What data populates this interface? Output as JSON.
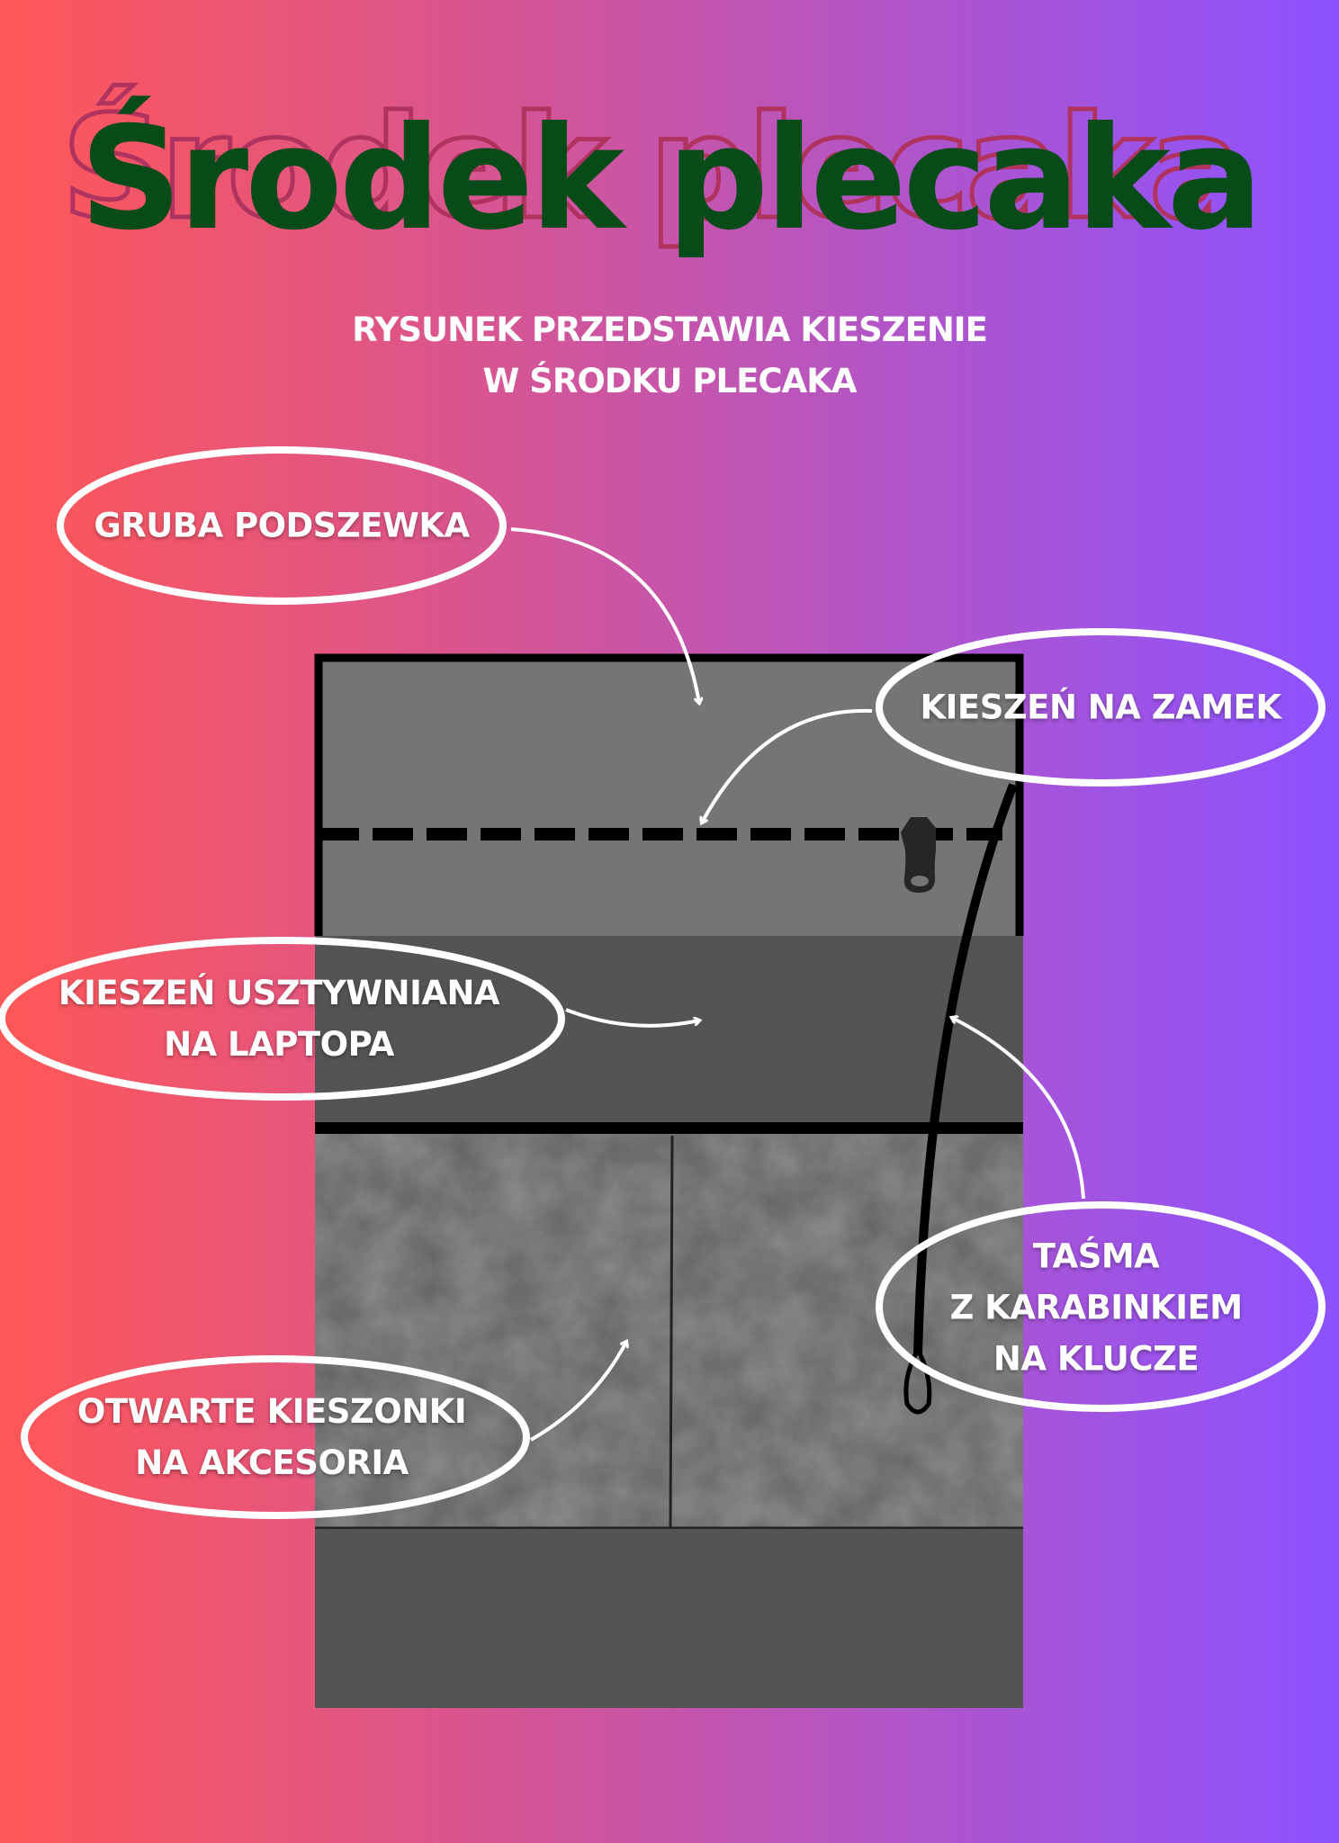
{
  "title": "Środek plecaka",
  "subtitle": [
    "RYSUNEK PRZEDSTAWIA KIESZENIE",
    "W ŚRODKU PLECAKA"
  ],
  "labels": {
    "lining": "GRUBA PODSZEWKA",
    "zip_pocket": "KIESZEŃ NA ZAMEK",
    "laptop": [
      "KIESZEŃ USZTYWNIANA",
      "NA LAPTOPA"
    ],
    "strap": [
      "TAŚMA",
      "Z KARABINKIEM",
      "NA KLUCZE"
    ],
    "accessories": [
      "OTWARTE KIESZONKI",
      "NA AKCESORIA"
    ]
  },
  "colors": {
    "title": "#074b19",
    "title_outline": "#b0335f",
    "light_gray": "#757575",
    "dark_gray": "#545454",
    "texture_gray": "#6a6a6a"
  }
}
